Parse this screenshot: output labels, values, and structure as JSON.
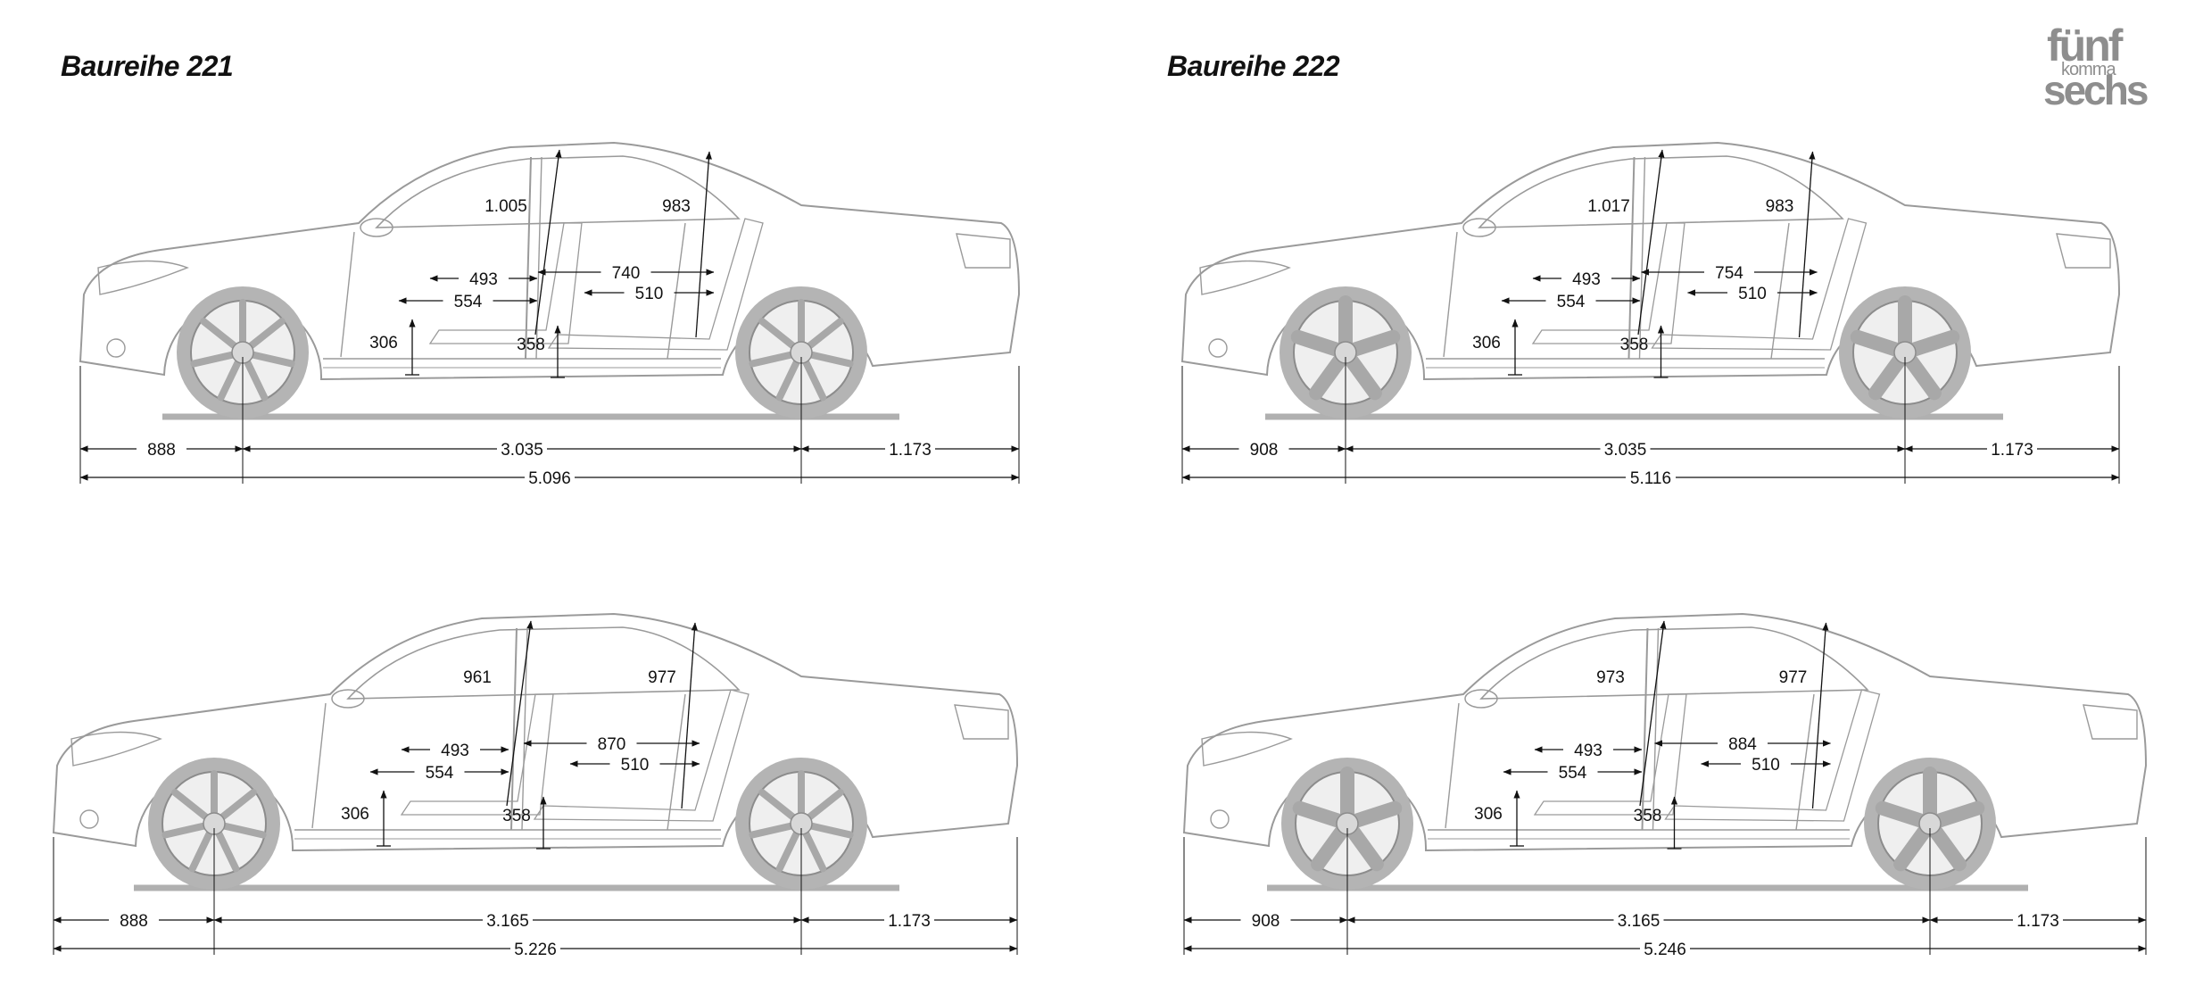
{
  "titles": {
    "left": "Baureihe 221",
    "right": "Baureihe 222"
  },
  "logo": {
    "line1": "fünf",
    "line2": "komma",
    "line3": "sechs"
  },
  "colors": {
    "outline": "#9a9a9a",
    "wheel": "#b4b4b4",
    "dimension": "#111111",
    "ground": "#b0b0b0"
  },
  "views": [
    {
      "id": "221-short",
      "wheel_style": "seven-spoke",
      "overhang_front": "888",
      "wheelbase": "3.035",
      "overhang_rear": "1.173",
      "overall_length": "5.096",
      "headroom_front": "1.005",
      "headroom_rear": "983",
      "legroom_rear": "740",
      "seat_depth_rear": "510",
      "seat_depth_front_a": "493",
      "seat_depth_front_b": "554",
      "seat_height_front": "306",
      "seat_height_rear": "358"
    },
    {
      "id": "222-short",
      "wheel_style": "five-spoke",
      "overhang_front": "908",
      "wheelbase": "3.035",
      "overhang_rear": "1.173",
      "overall_length": "5.116",
      "headroom_front": "1.017",
      "headroom_rear": "983",
      "legroom_rear": "754",
      "seat_depth_rear": "510",
      "seat_depth_front_a": "493",
      "seat_depth_front_b": "554",
      "seat_height_front": "306",
      "seat_height_rear": "358"
    },
    {
      "id": "221-long",
      "wheel_style": "seven-spoke",
      "overhang_front": "888",
      "wheelbase": "3.165",
      "overhang_rear": "1.173",
      "overall_length": "5.226",
      "headroom_front": "961",
      "headroom_rear": "977",
      "legroom_rear": "870",
      "seat_depth_rear": "510",
      "seat_depth_front_a": "493",
      "seat_depth_front_b": "554",
      "seat_height_front": "306",
      "seat_height_rear": "358"
    },
    {
      "id": "222-long",
      "wheel_style": "five-spoke",
      "overhang_front": "908",
      "wheelbase": "3.165",
      "overhang_rear": "1.173",
      "overall_length": "5.246",
      "headroom_front": "973",
      "headroom_rear": "977",
      "legroom_rear": "884",
      "seat_depth_rear": "510",
      "seat_depth_front_a": "493",
      "seat_depth_front_b": "554",
      "seat_height_front": "306",
      "seat_height_rear": "358"
    }
  ]
}
